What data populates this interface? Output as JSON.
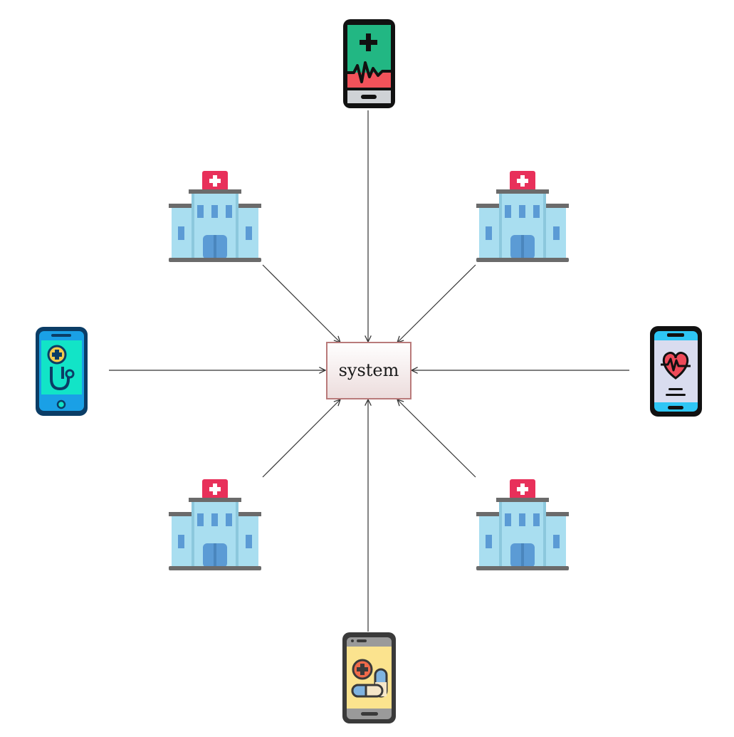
{
  "diagram": {
    "center": {
      "label": "system"
    },
    "nodes": [
      {
        "id": "phone-top",
        "kind": "phone-heart-monitor",
        "icon": "heart-monitor-phone-icon"
      },
      {
        "id": "phone-left",
        "kind": "phone-stethoscope",
        "icon": "stethoscope-phone-icon"
      },
      {
        "id": "phone-right",
        "kind": "phone-heartbeat",
        "icon": "heartbeat-phone-icon"
      },
      {
        "id": "phone-bottom",
        "kind": "phone-pills",
        "icon": "pills-phone-icon"
      },
      {
        "id": "hospital-top-left",
        "kind": "hospital",
        "icon": "hospital-icon"
      },
      {
        "id": "hospital-top-right",
        "kind": "hospital",
        "icon": "hospital-icon"
      },
      {
        "id": "hospital-bottom-left",
        "kind": "hospital",
        "icon": "hospital-icon"
      },
      {
        "id": "hospital-bottom-right",
        "kind": "hospital",
        "icon": "hospital-icon"
      }
    ],
    "edges": [
      {
        "from": "phone-top",
        "to": "system"
      },
      {
        "from": "hospital-top-left",
        "to": "system"
      },
      {
        "from": "hospital-top-right",
        "to": "system"
      },
      {
        "from": "phone-left",
        "to": "system"
      },
      {
        "from": "phone-right",
        "to": "system"
      },
      {
        "from": "hospital-bottom-left",
        "to": "system"
      },
      {
        "from": "hospital-bottom-right",
        "to": "system"
      },
      {
        "from": "phone-bottom",
        "to": "system"
      }
    ]
  },
  "colors": {
    "box_border": "#b97a7a",
    "box_fill_top": "#ffffff",
    "box_fill_bottom": "#ecdcdc",
    "edge": "#333333",
    "hospital_body": "#a9def0",
    "hospital_window": "#5b9bd5",
    "hospital_cross_bg": "#e8305a",
    "hospital_base": "#6b6b6b"
  }
}
